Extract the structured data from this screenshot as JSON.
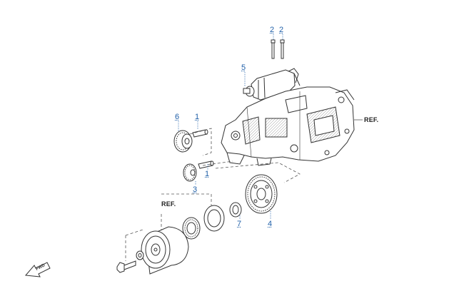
{
  "callouts": [
    {
      "id": "c2a",
      "label": "2"
    },
    {
      "id": "c2b",
      "label": "2"
    },
    {
      "id": "c5",
      "label": "5"
    },
    {
      "id": "c6",
      "label": "6"
    },
    {
      "id": "c1a",
      "label": "1"
    },
    {
      "id": "c1b",
      "label": "1"
    },
    {
      "id": "c3",
      "label": "3"
    },
    {
      "id": "c7",
      "label": "7"
    },
    {
      "id": "c4",
      "label": "4"
    }
  ],
  "refs": [
    "REF.",
    "REF."
  ],
  "fwd_label": "FWD",
  "colors": {
    "callout": "#1f5fa8",
    "line": "#333333",
    "leader": "#555555"
  }
}
